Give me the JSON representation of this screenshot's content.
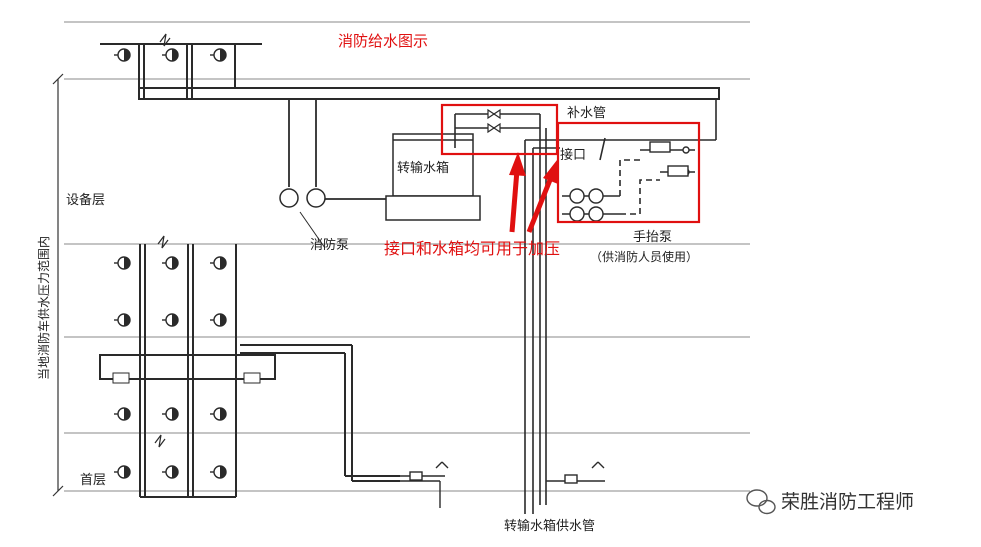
{
  "title": "消防给水图示",
  "labels": {
    "equipment_floor": "设备层",
    "ground_floor": "首层",
    "transfer_tank": "转输水箱",
    "fire_pump": "消防泵",
    "makeup_pipe": "补水管",
    "interface": "接口",
    "hand_pump": "手抬泵",
    "hand_pump_note": "（供消防人员使用）",
    "pressure_range": "当地消防车供水压力范围内",
    "tank_supply_pipe": "转输水箱供水管"
  },
  "annotation": "接口和水箱均可用于加压",
  "watermark": {
    "text": "荣胜消防工程师"
  },
  "colors": {
    "highlight": "#e01010",
    "line": "#2a2a2a",
    "rule": "#888888"
  }
}
